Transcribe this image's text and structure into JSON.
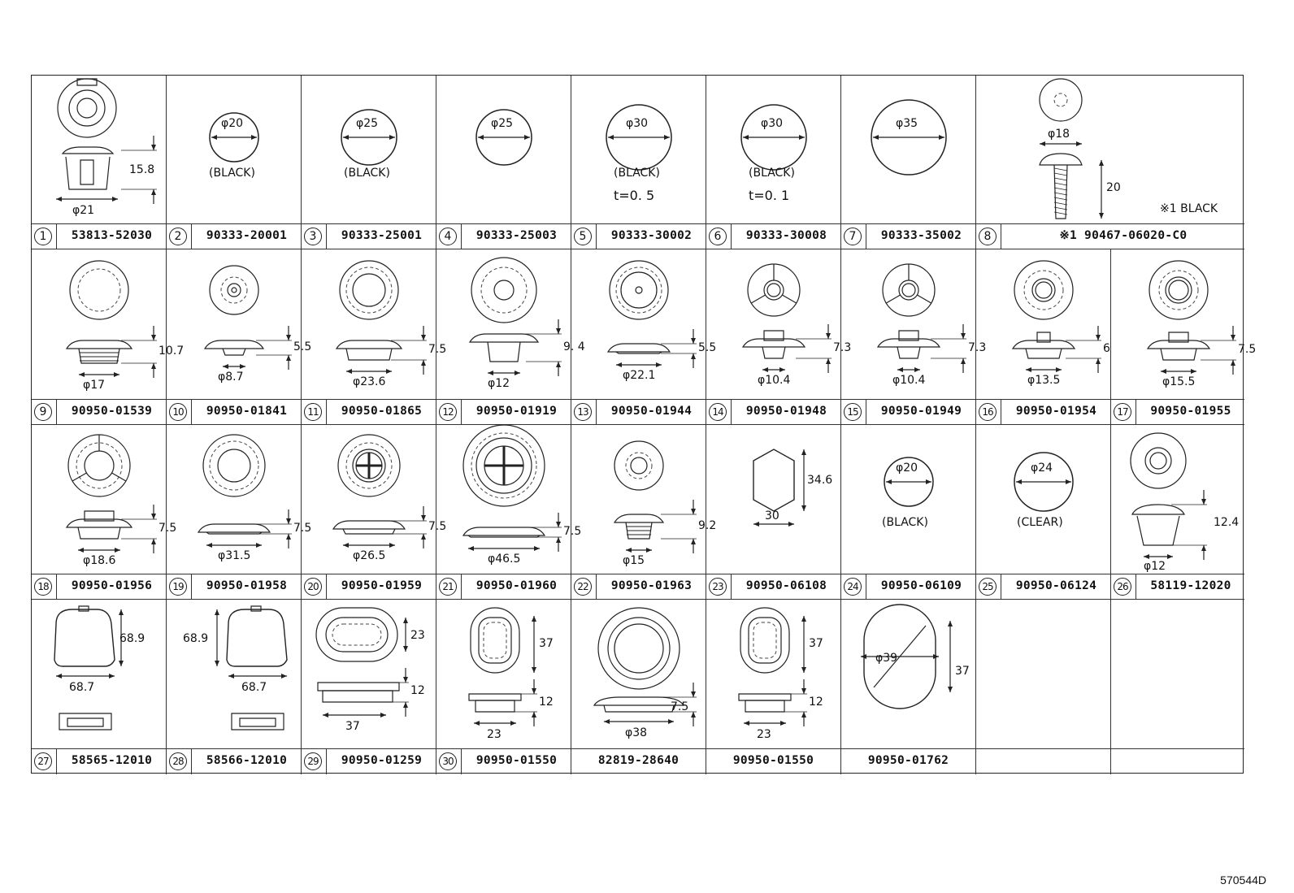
{
  "rows": [
    {
      "cells": [
        {
          "num": "1",
          "part": "53813-52030",
          "dims": [
            "15.8",
            "φ21"
          ],
          "notes": []
        },
        {
          "num": "2",
          "part": "90333-20001",
          "dims": [
            "φ20"
          ],
          "notes": [
            "(BLACK)"
          ]
        },
        {
          "num": "3",
          "part": "90333-25001",
          "dims": [
            "φ25"
          ],
          "notes": [
            "(BLACK)"
          ]
        },
        {
          "num": "4",
          "part": "90333-25003",
          "dims": [
            "φ25"
          ],
          "notes": []
        },
        {
          "num": "5",
          "part": "90333-30002",
          "dims": [
            "φ30"
          ],
          "notes": [
            "(BLACK)",
            "t=0. 5"
          ]
        },
        {
          "num": "6",
          "part": "90333-30008",
          "dims": [
            "φ30"
          ],
          "notes": [
            "(BLACK)",
            "t=0. 1"
          ]
        },
        {
          "num": "7",
          "part": "90333-35002",
          "dims": [
            "φ35"
          ],
          "notes": []
        },
        {
          "num": "8",
          "part": "※1 90467-06020-C0",
          "dims": [
            "φ18",
            "20"
          ],
          "notes": [
            "※1 BLACK"
          ]
        }
      ]
    },
    {
      "cells": [
        {
          "num": "9",
          "part": "90950-01539",
          "dims": [
            "10.7",
            "φ17"
          ]
        },
        {
          "num": "10",
          "part": "90950-01841",
          "dims": [
            "5.5",
            "φ8.7"
          ]
        },
        {
          "num": "11",
          "part": "90950-01865",
          "dims": [
            "7.5",
            "φ23.6"
          ]
        },
        {
          "num": "12",
          "part": "90950-01919",
          "dims": [
            "9. 4",
            "φ12"
          ]
        },
        {
          "num": "13",
          "part": "90950-01944",
          "dims": [
            "5.5",
            "φ22.1"
          ]
        },
        {
          "num": "14",
          "part": "90950-01948",
          "dims": [
            "7.3",
            "φ10.4"
          ]
        },
        {
          "num": "15",
          "part": "90950-01949",
          "dims": [
            "7.3",
            "φ10.4"
          ]
        },
        {
          "num": "16",
          "part": "90950-01954",
          "dims": [
            "6",
            "φ13.5"
          ]
        },
        {
          "num": "17",
          "part": "90950-01955",
          "dims": [
            "7.5",
            "φ15.5"
          ]
        }
      ]
    },
    {
      "cells": [
        {
          "num": "18",
          "part": "90950-01956",
          "dims": [
            "7.5",
            "φ18.6"
          ]
        },
        {
          "num": "19",
          "part": "90950-01958",
          "dims": [
            "7.5",
            "φ31.5"
          ]
        },
        {
          "num": "20",
          "part": "90950-01959",
          "dims": [
            "7.5",
            "φ26.5"
          ]
        },
        {
          "num": "21",
          "part": "90950-01960",
          "dims": [
            "7.5",
            "φ46.5"
          ]
        },
        {
          "num": "22",
          "part": "90950-01963",
          "dims": [
            "9.2",
            "φ15"
          ]
        },
        {
          "num": "23",
          "part": "90950-06108",
          "dims": [
            "34.6",
            "30"
          ]
        },
        {
          "num": "24",
          "part": "90950-06109",
          "dims": [
            "φ20"
          ],
          "notes": [
            "(BLACK)"
          ]
        },
        {
          "num": "25",
          "part": "90950-06124",
          "dims": [
            "φ24"
          ],
          "notes": [
            "(CLEAR)"
          ]
        },
        {
          "num": "26",
          "part": "58119-12020",
          "dims": [
            "12.4",
            "φ12"
          ]
        }
      ]
    },
    {
      "cells": [
        {
          "num": "27",
          "part": "58565-12010",
          "dims": [
            "68.9",
            "68.7"
          ]
        },
        {
          "num": "28",
          "part": "58566-12010",
          "dims": [
            "68.9",
            "68.7"
          ]
        },
        {
          "num": "29",
          "part": "90950-01259",
          "dims": [
            "23",
            "12",
            "37"
          ]
        },
        {
          "num": "30",
          "part": "90950-01550",
          "dims": [
            "37",
            "12",
            "23"
          ]
        },
        {
          "num": "",
          "part": "82819-28640",
          "dims": [
            "7.5",
            "φ38"
          ]
        },
        {
          "num": "",
          "part": "90950-01550",
          "dims": [
            "37",
            "12",
            "23"
          ]
        },
        {
          "num": "",
          "part": "90950-01762",
          "dims": [
            "φ39",
            "37"
          ]
        },
        {
          "num": "",
          "part": ""
        },
        {
          "num": "",
          "part": ""
        }
      ]
    }
  ],
  "footer": "570544D"
}
